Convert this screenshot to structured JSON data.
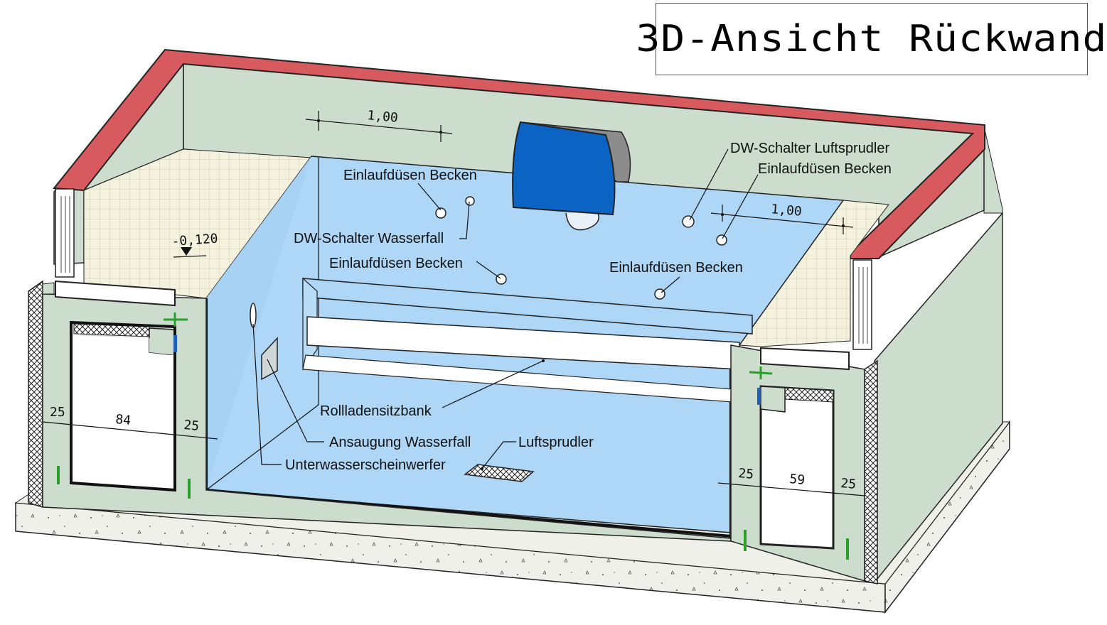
{
  "title": "3D-Ansicht Rückwand",
  "colors": {
    "water": "#aed6f7",
    "wall": "#ccdccd",
    "coping": "#d75a5f",
    "waterfall": "#0b63c4",
    "tile": "#f4f2df",
    "ground": "#eef0e9",
    "marker_green": "#2aa02a",
    "marker_blue": "#1d5fb8"
  },
  "labels": {
    "einlauf_1": "Einlaufdüsen Becken",
    "dw_wasserfall": "DW-Schalter Wasserfall",
    "einlauf_2": "Einlaufdüsen Becken",
    "dw_luftsprudler": "DW-Schalter Luftsprudler",
    "einlauf_3": "Einlaufdüsen Becken",
    "einlauf_4": "Einlaufdüsen Becken",
    "rollladen": "Rollladensitzbank",
    "ansaugung": "Ansaugung Wasserfall",
    "luftsprudler": "Luftsprudler",
    "scheinwerfer": "Unterwasserscheinwerfer"
  },
  "dimensions": {
    "dim_top_left": "1,00",
    "dim_top_right": "1,00",
    "level": "-0,120",
    "left_wall_1": "25",
    "left_chamber": "84",
    "left_wall_2": "25",
    "right_wall_1": "25",
    "right_chamber": "59",
    "right_wall_2": "25"
  }
}
